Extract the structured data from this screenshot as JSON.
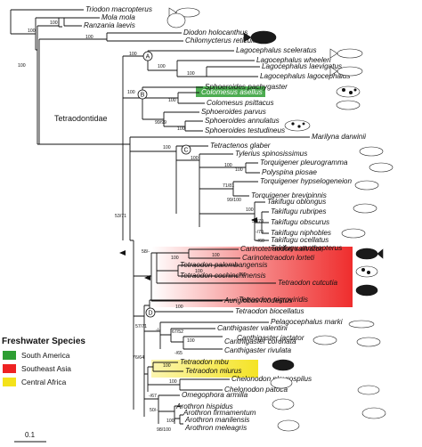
{
  "family_label": "Tetraodontidae",
  "legend": {
    "title": "Freshwater Species",
    "items": [
      {
        "label": "South America",
        "color": "#2e9e33"
      },
      {
        "label": "Southeast Asia",
        "color": "#ee2222"
      },
      {
        "label": "Central Africa",
        "color": "#f4e21a"
      }
    ]
  },
  "scale_bar": {
    "label": "0.1"
  },
  "clade_markers": [
    "A",
    "B",
    "C",
    "D"
  ],
  "taxa": [
    "Triodon macropterus",
    "Mola mola",
    "Ranzania laevis",
    "Diodon holocanthus",
    "Chilomycterus reticulatus",
    "Lagocephalus sceleratus",
    "Lagocephalus wheeleri",
    "Lagocephalus laevigatus",
    "Lagocephalus lagocephalus",
    "Sphoeroides pachygaster",
    "Colomesus asellus",
    "Colomesus psittacus",
    "Sphoeroides parvus",
    "Sphoeroides annulatus",
    "Sphoeroides testudineus",
    "Marilyna darwinii",
    "Tetractenos glaber",
    "Tylerius spinosissimus",
    "Torquigener pleurogramma",
    "Polyspina piosae",
    "Torquigener hypselogeneion",
    "Torquigener brevipinnis",
    "Takifugu oblongus",
    "Takifugu rubripes",
    "Takifugu obscurus",
    "Takifugu niphobles",
    "Takifugu ocellatus",
    "Takifugu xanthopterus",
    "Carinotetraodon salivator",
    "Carinotetraodon lorteti",
    "Tetraodon palembangensis",
    "Tetraodon cochinchinensis",
    "Tetraodon cutcutia",
    "Auriglobus modestus",
    "Tetraodon nigroviridis",
    "Tetraodon biocellatus",
    "Pelagocephalus marki",
    "Canthigaster valentini",
    "Canthigaster jactator",
    "Canthigaster coronata",
    "Canthigaster rivulata",
    "Tetraodon mbu",
    "Tetraodon miurus",
    "Chelonodon pleurospilus",
    "Chelonodon patoca",
    "Omegophora armilla",
    "Arothron hispidus",
    "Arothron firmamentum",
    "Arothron manilensis",
    "Arothron meleagris"
  ],
  "supports": [
    "100",
    "100",
    "100",
    "100",
    "100",
    "100",
    "100",
    "100",
    "100",
    "99/99",
    "100",
    "53/71",
    "100",
    "100",
    "100",
    "100",
    "71/81",
    "99/100",
    "100",
    "50/79",
    "-/79",
    "-/60",
    "58/-",
    "100",
    "100",
    "100",
    "100",
    "100",
    "57/71",
    "-/-",
    "67/52",
    "100",
    "-/65",
    "76/64",
    "100",
    "100",
    "-/67",
    "50/-",
    "100",
    "98/100"
  ]
}
